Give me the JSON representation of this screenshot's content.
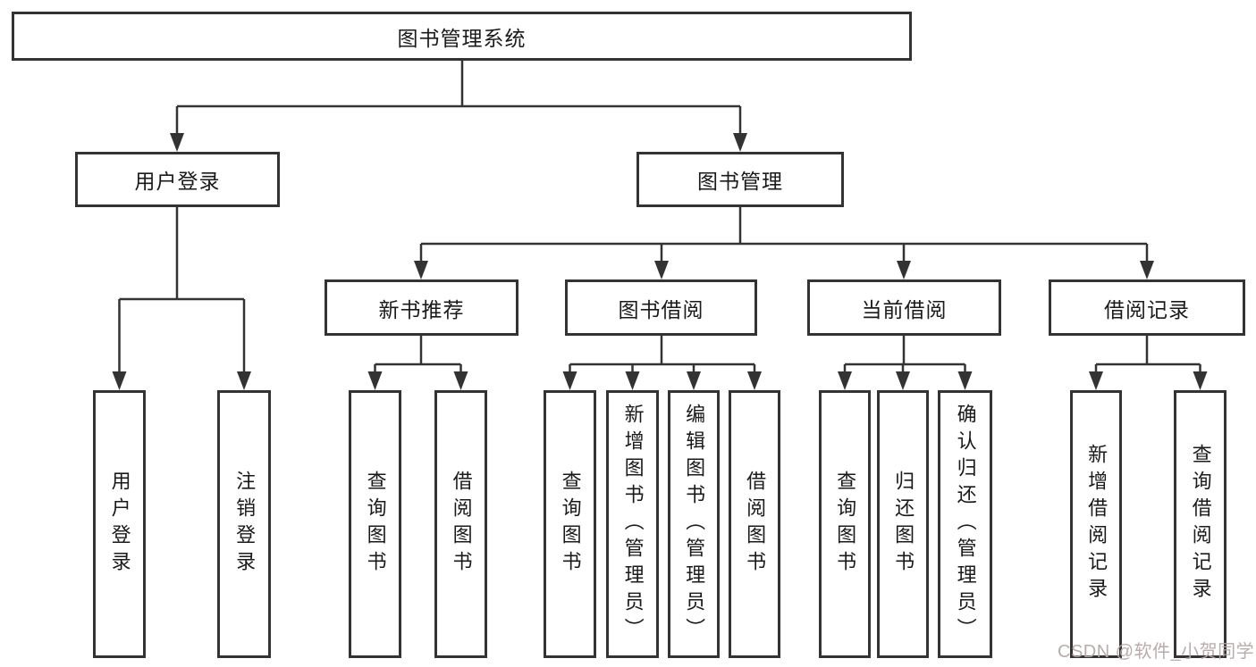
{
  "diagram": {
    "root": {
      "label": "图书管理系统"
    },
    "branches": [
      {
        "label": "用户登录",
        "children": [
          {
            "label": "用户登录"
          },
          {
            "label": "注销登录"
          }
        ]
      },
      {
        "label": "图书管理",
        "children": [
          {
            "label": "新书推荐",
            "children": [
              {
                "label": "查询图书"
              },
              {
                "label": "借阅图书"
              }
            ]
          },
          {
            "label": "图书借阅",
            "children": [
              {
                "label": "查询图书"
              },
              {
                "label": "新增图书（管理员）"
              },
              {
                "label": "编辑图书（管理员）"
              },
              {
                "label": "借阅图书"
              }
            ]
          },
          {
            "label": "当前借阅",
            "children": [
              {
                "label": "查询图书"
              },
              {
                "label": "归还图书"
              },
              {
                "label": "确认归还（管理员）"
              }
            ]
          },
          {
            "label": "借阅记录",
            "children": [
              {
                "label": "新增借阅记录"
              },
              {
                "label": "查询借阅记录"
              }
            ]
          }
        ]
      }
    ]
  },
  "watermark": {
    "text": "CSDN @软件_小贺同学"
  },
  "colors": {
    "line": "#333333",
    "text": "#1a1a1a",
    "background": "#ffffff",
    "watermark": "#b5a8a8"
  }
}
